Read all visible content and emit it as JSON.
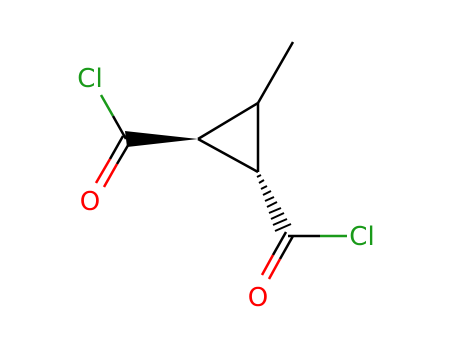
{
  "molecule": {
    "atoms": {
      "chlorine_top": {
        "symbol": "Cl"
      },
      "oxygen_left": {
        "symbol": "O"
      },
      "chlorine_right": {
        "symbol": "Cl"
      },
      "oxygen_bottom": {
        "symbol": "O"
      }
    },
    "colors": {
      "bond": "#000000",
      "chlorine": "#1a9a1a",
      "oxygen": "#ff0000",
      "background": "#ffffff"
    }
  }
}
